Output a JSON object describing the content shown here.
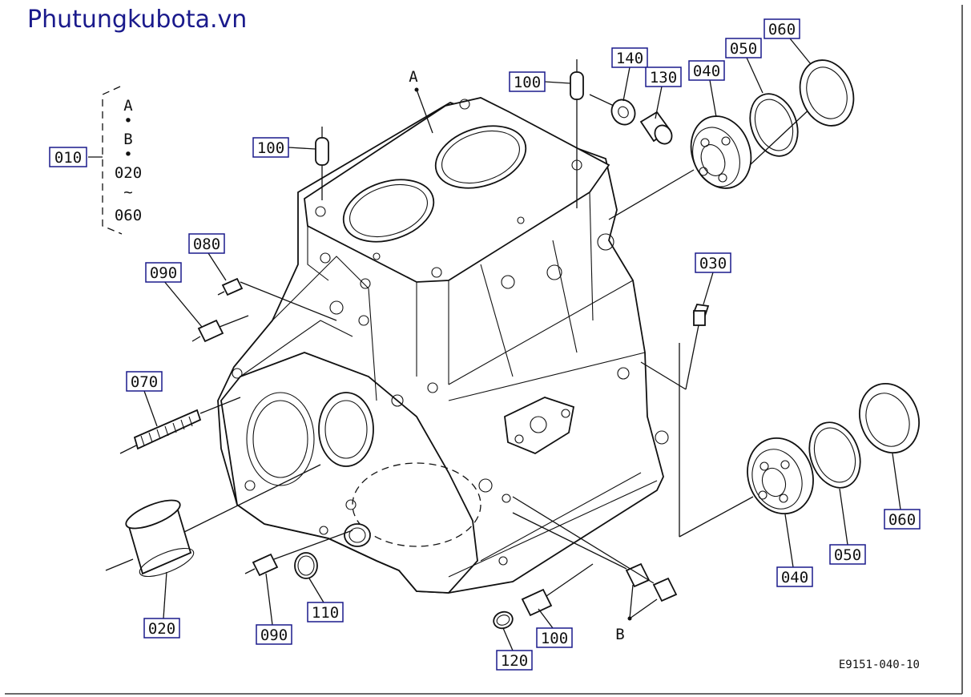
{
  "brand": {
    "text": "Phutungkubota.vn",
    "color": "#1a1a8c"
  },
  "drawing_code": "E9151-040-10",
  "set_group": {
    "label": "010",
    "contents": [
      "A",
      "B",
      "020",
      "060"
    ],
    "bullet": "•",
    "range_mark": "~"
  },
  "ref_markers": {
    "a": "A",
    "b": "B"
  },
  "callouts": {
    "c100_top": "100",
    "c140": "140",
    "c130": "130",
    "c040_top": "040",
    "c050_top": "050",
    "c060_top": "060",
    "c100_left": "100",
    "c080": "080",
    "c090_top": "090",
    "c030": "030",
    "c070": "070",
    "c060_right": "060",
    "c050_right": "050",
    "c040_right": "040",
    "c020": "020",
    "c090_bottom": "090",
    "c110": "110",
    "c120": "120",
    "c100_bottom": "100"
  }
}
